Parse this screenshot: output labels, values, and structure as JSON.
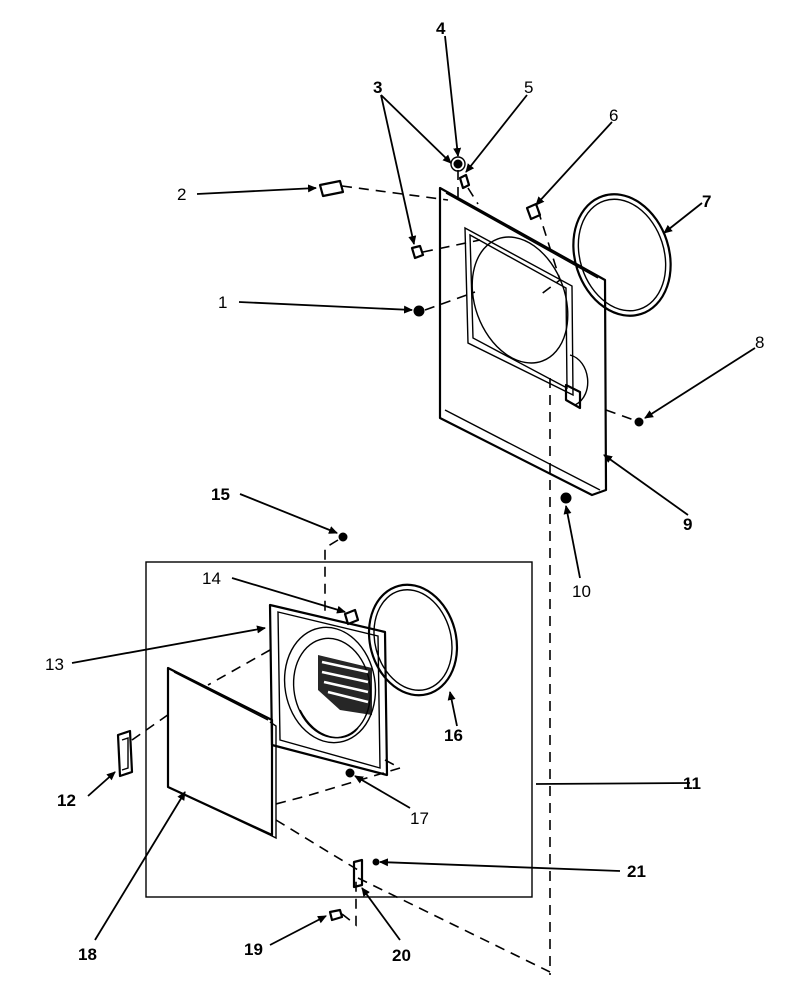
{
  "callouts": [
    {
      "id": "1",
      "label": "1"
    },
    {
      "id": "2",
      "label": "2"
    },
    {
      "id": "3",
      "label": "3"
    },
    {
      "id": "4",
      "label": "4"
    },
    {
      "id": "5",
      "label": "5"
    },
    {
      "id": "6",
      "label": "6"
    },
    {
      "id": "7",
      "label": "7"
    },
    {
      "id": "8",
      "label": "8"
    },
    {
      "id": "9",
      "label": "9"
    },
    {
      "id": "10",
      "label": "10"
    },
    {
      "id": "11",
      "label": "11"
    },
    {
      "id": "12",
      "label": "12"
    },
    {
      "id": "13",
      "label": "13"
    },
    {
      "id": "14",
      "label": "14"
    },
    {
      "id": "15",
      "label": "15"
    },
    {
      "id": "16",
      "label": "16"
    },
    {
      "id": "17",
      "label": "17"
    },
    {
      "id": "18",
      "label": "18"
    },
    {
      "id": "19",
      "label": "19"
    },
    {
      "id": "20",
      "label": "20"
    },
    {
      "id": "21",
      "label": "21"
    }
  ],
  "colors": {
    "ink": "#000000",
    "background": "#ffffff"
  }
}
